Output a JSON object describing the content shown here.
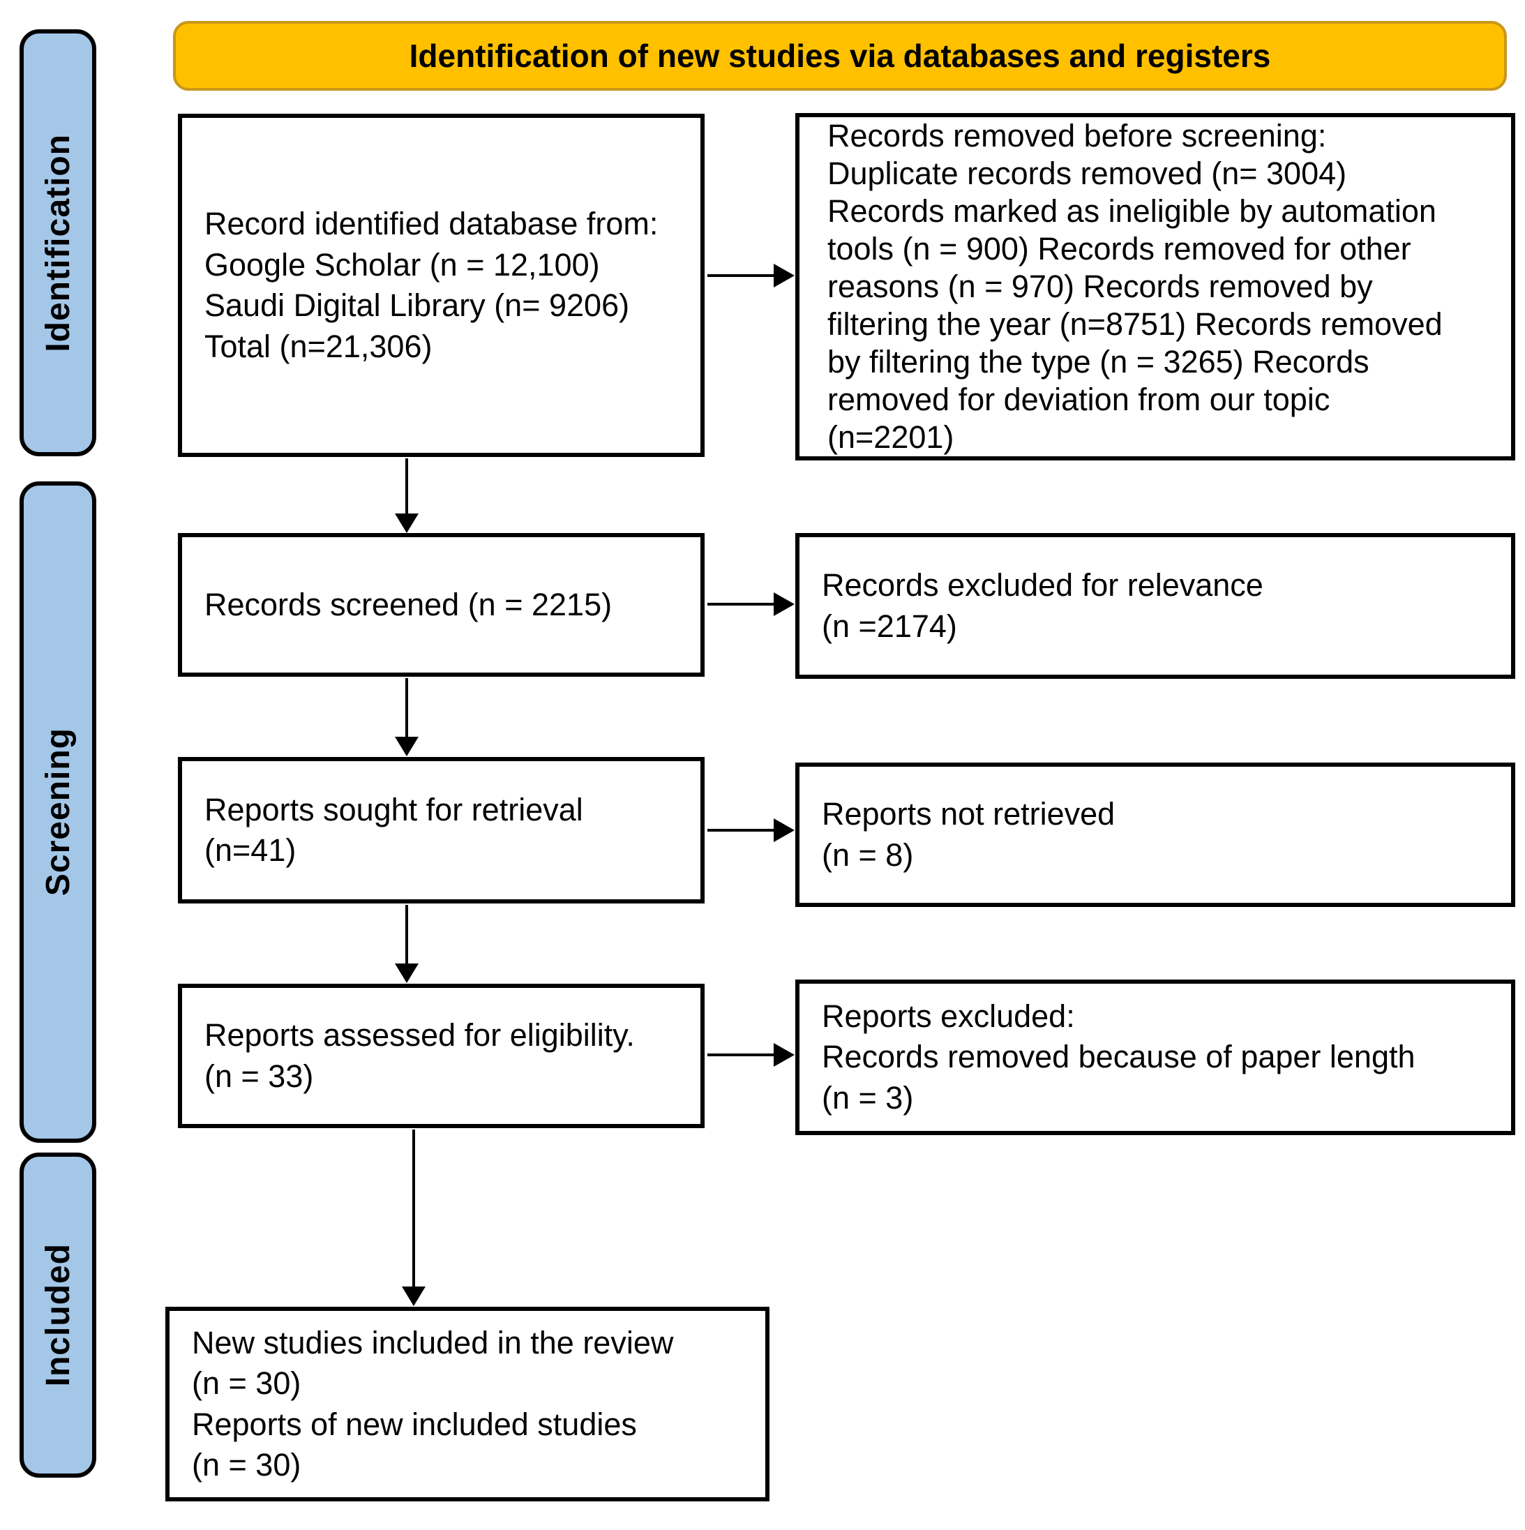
{
  "banner": {
    "label": "Identification of new studies via databases and registers"
  },
  "sidebar": {
    "items": [
      {
        "label": "Identification"
      },
      {
        "label": "Screening"
      },
      {
        "label": "Included"
      }
    ]
  },
  "boxes": {
    "records_identified": {
      "lines": [
        "Record identified database from:",
        "Google Scholar (n = 12,100)",
        "Saudi Digital Library (n= 9206)",
        "Total (n=21,306)"
      ]
    },
    "records_removed_before_screening": {
      "lines": [
        "Records removed before screening:",
        "Duplicate records removed (n= 3004)",
        "Records marked as ineligible by automation",
        "tools (n = 900) Records removed for other",
        "reasons (n = 970) Records removed by",
        "filtering the year (n=8751) Records removed",
        "by filtering the type (n = 3265) Records",
        "removed for deviation from our topic",
        "(n=2201)"
      ]
    },
    "records_screened": {
      "lines": [
        "Records screened (n = 2215)"
      ]
    },
    "records_excluded": {
      "lines": [
        "Records excluded for relevance",
        "(n =2174)"
      ]
    },
    "reports_sought": {
      "lines": [
        "Reports sought for retrieval",
        "(n=41)"
      ]
    },
    "reports_not_retrieved": {
      "lines": [
        "Reports not retrieved",
        "(n = 8)"
      ]
    },
    "reports_assessed": {
      "lines": [
        "Reports assessed for eligibility.",
        "(n = 33)"
      ]
    },
    "reports_excluded": {
      "lines": [
        "Reports excluded:",
        "Records removed because of paper length",
        "(n = 3)"
      ]
    },
    "new_studies_included": {
      "lines": [
        "New studies included in the review",
        "(n = 30)",
        "Reports of new included studies",
        "(n = 30)"
      ]
    }
  },
  "colors": {
    "banner_bg": "#FFC000",
    "banner_border": "#C8971B",
    "sidebar_bg": "#A4C7E8",
    "box_border": "#000000"
  }
}
